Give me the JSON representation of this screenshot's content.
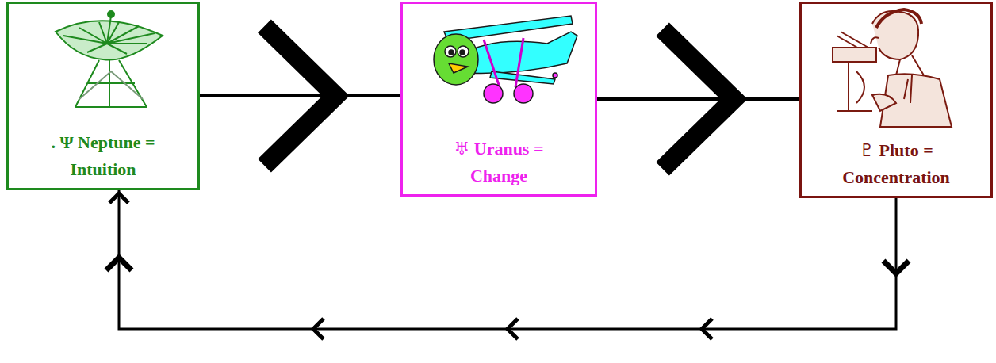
{
  "diagram": {
    "nodes": [
      {
        "text": [
          ". Ψ Neptune = Intuition"
        ]
      },
      {
        "text": [
          "♅ Uranus = Change"
        ]
      },
      {
        "text": [
          "♇ Pluto = Concentration"
        ]
      }
    ],
    "edges": [
      {
        "from": 0,
        "to": 1,
        "arrow": "to"
      },
      {
        "from": 1,
        "to": 2,
        "arrow": "to"
      },
      {
        "from": 2,
        "to": 0,
        "arrow": "to"
      }
    ]
  }
}
